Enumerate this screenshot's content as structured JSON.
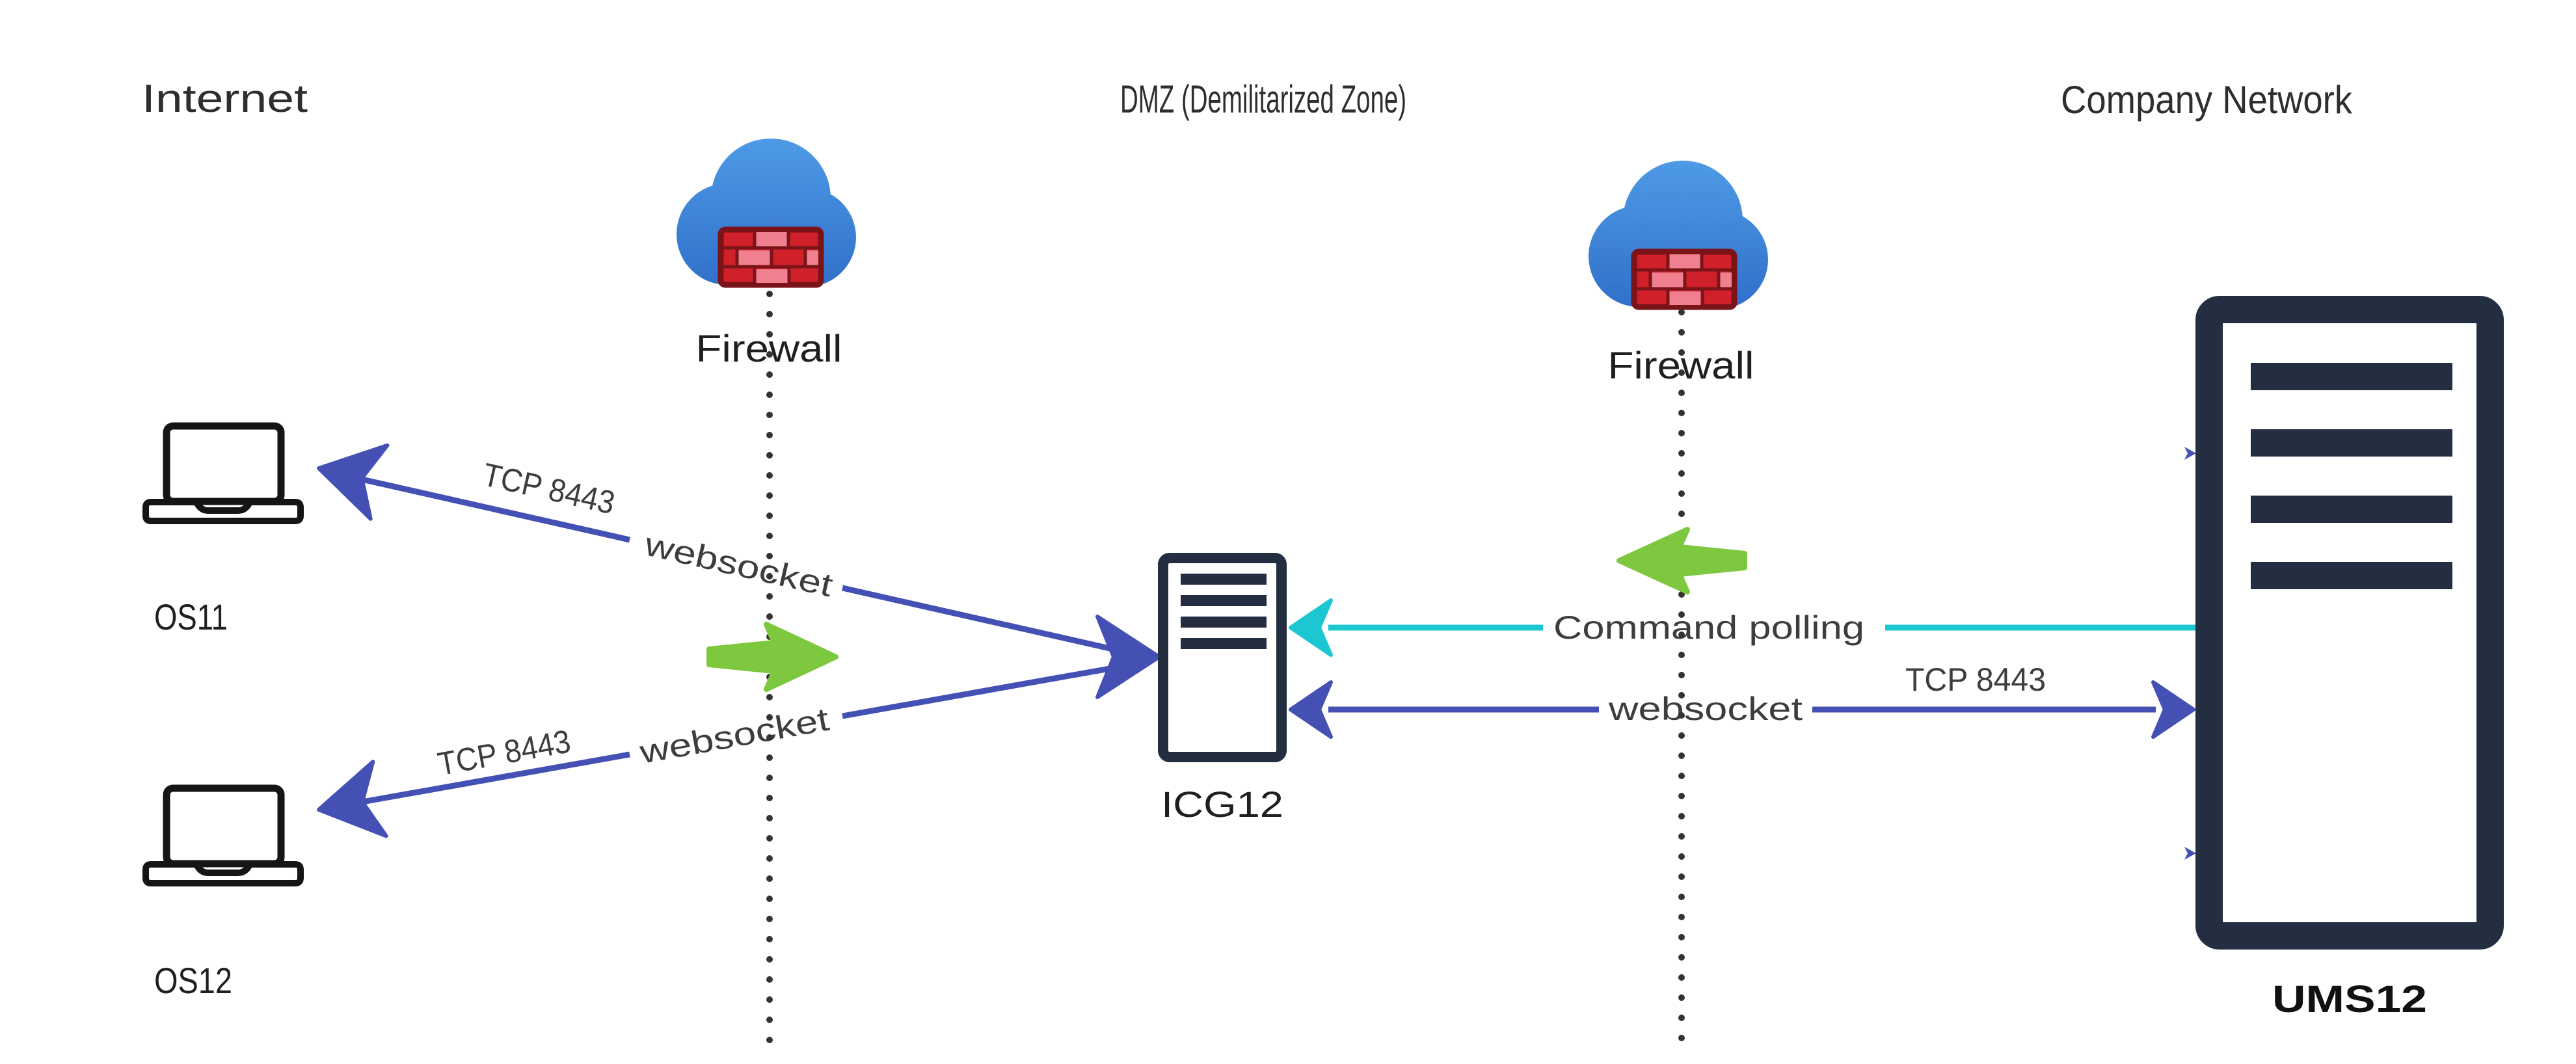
{
  "zones": {
    "internet": "Internet",
    "dmz": "DMZ (Demilitarized Zone)",
    "company_network": "Company Network"
  },
  "firewalls": {
    "left_label": "Firewall",
    "right_label": "Firewall"
  },
  "nodes": {
    "os11": "OS11",
    "os12": "OS12",
    "icg12": "ICG12",
    "ums12": "UMS12"
  },
  "connections": {
    "os11_websocket": {
      "label": "websocket",
      "port": "TCP 8443"
    },
    "os12_websocket": {
      "label": "websocket",
      "port": "TCP 8443"
    },
    "command_polling": {
      "label": "Command polling"
    },
    "ums12_websocket": {
      "label": "websocket",
      "port": "TCP 8443"
    }
  },
  "colors": {
    "indigo_arrow": "#4550b5",
    "cyan_arrow": "#1dc7d1",
    "green_arrow": "#7ec83f",
    "server_navy": "#232e40",
    "brick_red": "#d0202a",
    "brick_pink": "#f0808f",
    "brick_border": "#7a1418",
    "cloud_top": "#4e9ae6",
    "cloud_bottom": "#2f6fc9",
    "laptop_stroke": "#151515",
    "dotted_line": "#333333"
  }
}
